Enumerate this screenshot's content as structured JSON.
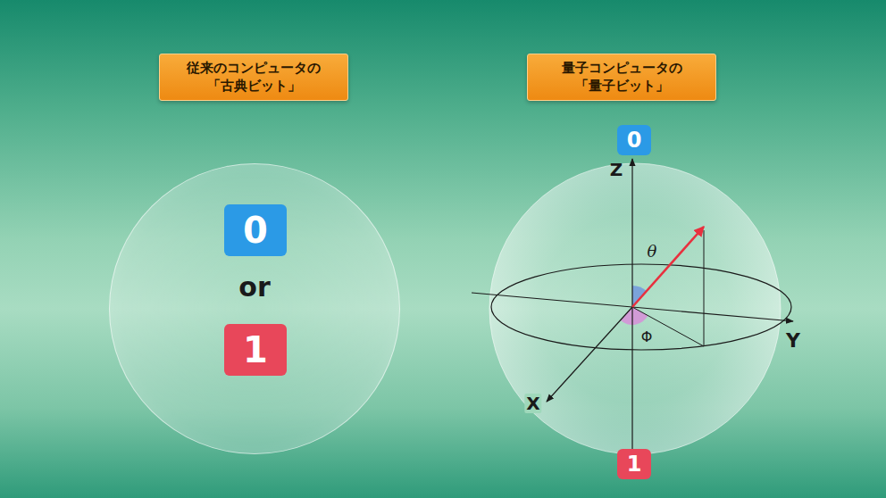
{
  "diagram": {
    "nodes": [
      {
        "text": [
          "従来のコンピュータの 「古典ビット」"
        ]
      },
      {
        "text": [
          "量子コンピュータの 「量子ビット」"
        ]
      },
      {
        "text": [
          "or"
        ]
      },
      {
        "text": [
          "0"
        ],
        "in": 2
      },
      {
        "text": [
          "1"
        ],
        "in": 2
      },
      {
        "text": [
          "0"
        ]
      },
      {
        "text": [
          "1"
        ]
      }
    ],
    "labels": [
      "Z",
      "θ",
      "Φ",
      "Y",
      "X"
    ]
  }
}
